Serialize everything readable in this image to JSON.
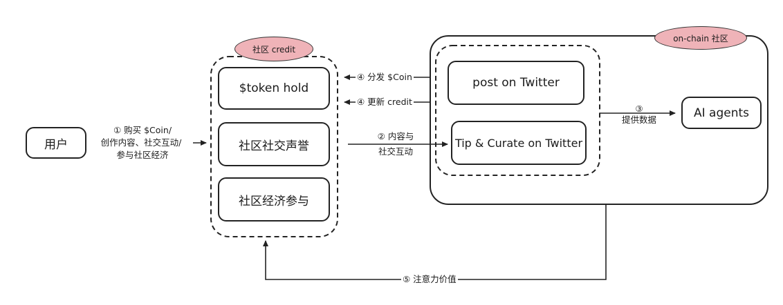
{
  "nodes": {
    "user": "用户",
    "token_hold": "$token hold",
    "social_reputation": "社区社交声誉",
    "economy_participation": "社区经济参与",
    "post_twitter": "post on Twitter",
    "tip_curate": "Tip & Curate on Twitter",
    "ai_agents": "AI agents"
  },
  "groups": {
    "community_credit": "社区 credit",
    "onchain_community": "on-chain 社区"
  },
  "edges": {
    "buy_line1": "① 购买 $Coin/",
    "buy_line2": "创作内容、社交互动/",
    "buy_line3": "参与社区经济",
    "distribute": "④ 分发 $Coin",
    "update_credit": "④ 更新 credit",
    "content_line1": "② 内容与",
    "content_line2": "社交互动",
    "data_line1": "③",
    "data_line2": "提供数据",
    "attention_value": "⑤ 注意力价值"
  },
  "colors": {
    "pill_fill": "#efb3b8",
    "stroke": "#222222"
  }
}
